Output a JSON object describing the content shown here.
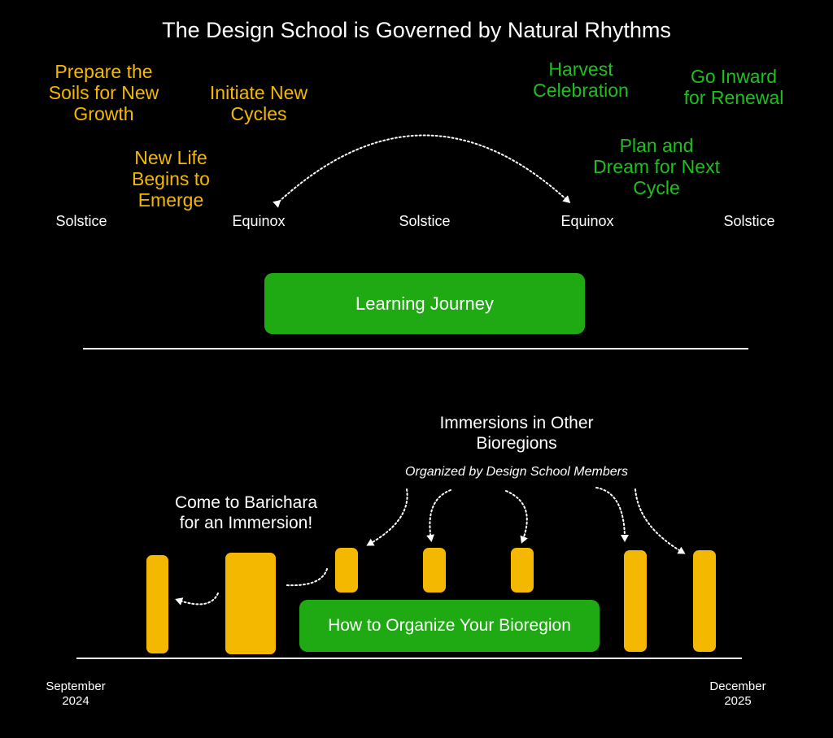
{
  "title": "The Design School is Governed by Natural Rhythms",
  "phases": {
    "prepare": "Prepare the\nSoils for New\nGrowth",
    "initiate": "Initiate New\nCycles",
    "new_life": "New Life\nBegins to\nEmerge",
    "harvest": "Harvest\nCelebration",
    "inward": "Go Inward\nfor Renewal",
    "plan": "Plan and\nDream for Next\nCycle"
  },
  "seasons": [
    "Solstice",
    "Equinox",
    "Solstice",
    "Equinox",
    "Solstice"
  ],
  "learning_journey": "Learning Journey",
  "immersions_title": "Immersions in Other\nBioregions",
  "organized_by": "Organized by Design School Members",
  "barichara": "Come to Barichara\nfor an Immersion!",
  "organize_box": "How to Organize Your Bioregion",
  "start_date": "September\n2024",
  "end_date": "December\n2025",
  "colors": {
    "yellow": "#f5b800",
    "green": "#1faa13",
    "green_text": "#1fbf1f"
  }
}
